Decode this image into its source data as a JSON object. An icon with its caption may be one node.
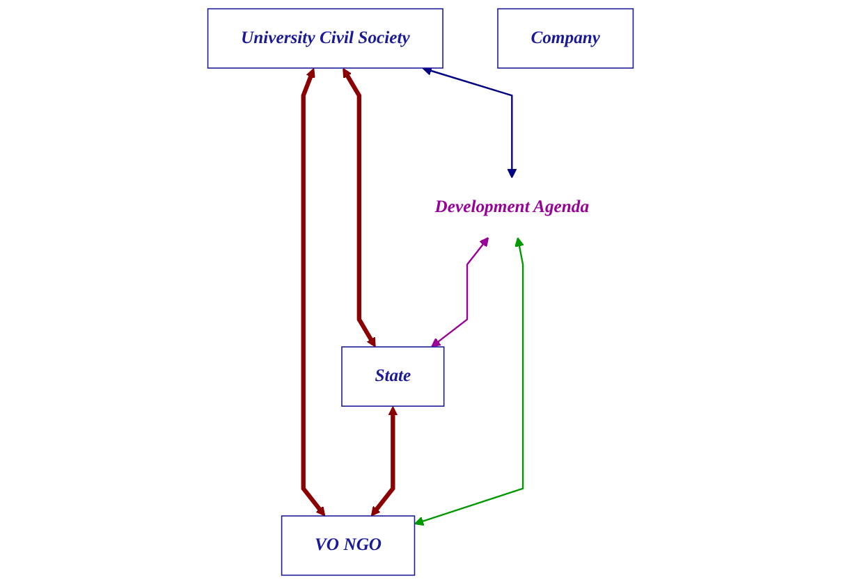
{
  "diagram": {
    "nodes": [
      {
        "text": [
          "University Civil Society"
        ]
      },
      {
        "text": [
          "Development Agenda"
        ]
      },
      {
        "text": [
          "State"
        ]
      },
      {
        "text": [
          "Company"
        ]
      },
      {
        "text": [
          "VO NGO"
        ]
      }
    ],
    "edges": [
      {
        "from": 0,
        "to": 2,
        "arrow": "both",
        "style": "thick"
      },
      {
        "from": 0,
        "to": 1,
        "arrow": "both",
        "color": "#000080"
      },
      {
        "from": 0,
        "to": 4,
        "arrow": "both",
        "style": "thick"
      },
      {
        "from": 2,
        "to": 4,
        "arrow": "both",
        "style": "thick"
      },
      {
        "from": 1,
        "to": 2,
        "arrow": "both",
        "color": "#990099"
      },
      {
        "from": 1,
        "to": 4,
        "arrow": "both",
        "color": "#009900"
      }
    ]
  }
}
